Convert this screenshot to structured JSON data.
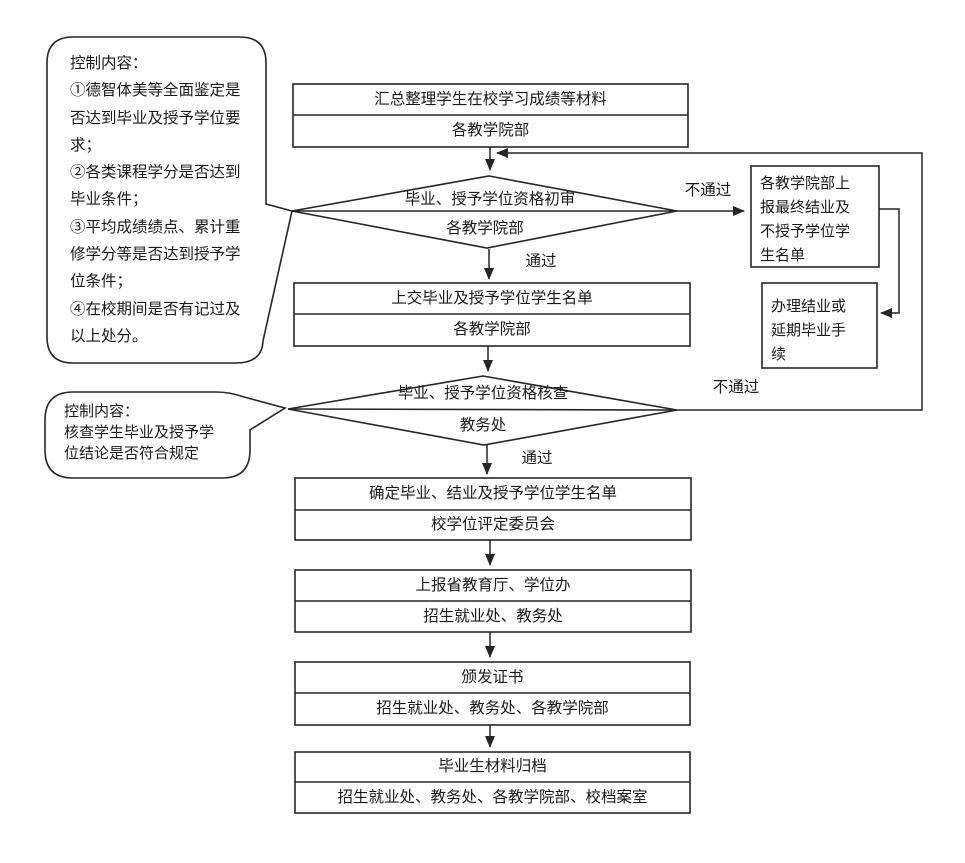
{
  "colors": {
    "line": "#262626",
    "text": "#1a1a1a",
    "background": "#ffffff"
  },
  "callouts": [
    {
      "lines": [
        "控制内容：",
        "①德智体美等全面鉴定是",
        "否达到毕业及授予学位要",
        "求；",
        "②各类课程学分是否达到",
        "毕业条件；",
        "③平均成绩绩点、累计重",
        "修学分等是否达到授予学",
        "位条件；",
        "④在校期间是否有记过及",
        "以上处分。"
      ]
    },
    {
      "lines": [
        "控制内容：",
        "核查学生毕业及授予学",
        "位结论是否符合规定"
      ]
    }
  ],
  "nodes": {
    "summarize": {
      "title": "汇总整理学生在校学习成绩等材料",
      "dept": "各教学院部"
    },
    "initial_review": {
      "title": "毕业、授予学位资格初审",
      "dept": "各教学院部"
    },
    "submit_list": {
      "title": "上交毕业及授予学位学生名单",
      "dept": "各教学院部"
    },
    "verify": {
      "title": "毕业、授予学位资格核查",
      "dept": "教务处"
    },
    "confirm_list": {
      "title": "确定毕业、结业及授予学位学生名单",
      "dept": "校学位评定委员会"
    },
    "report_province": {
      "title": "上报省教育厅、学位办",
      "dept": "招生就业处、教务处"
    },
    "issue_certificates": {
      "title": "颁发证书",
      "dept": "招生就业处、教务处、各教学院部"
    },
    "archive": {
      "title": "毕业生材料归档",
      "dept": "招生就业处、教务处、各教学院部、校档案室"
    },
    "report_final": {
      "lines": [
        "各教学院部上",
        "报最终结业及",
        "不授予学位学",
        "生名单"
      ]
    },
    "handle_closure": {
      "lines": [
        "办理结业或",
        "延期毕业手",
        "续"
      ]
    }
  },
  "edge_labels": {
    "pass1": "通过",
    "fail1": "不通过",
    "pass2": "通过",
    "fail2": "不通过"
  }
}
